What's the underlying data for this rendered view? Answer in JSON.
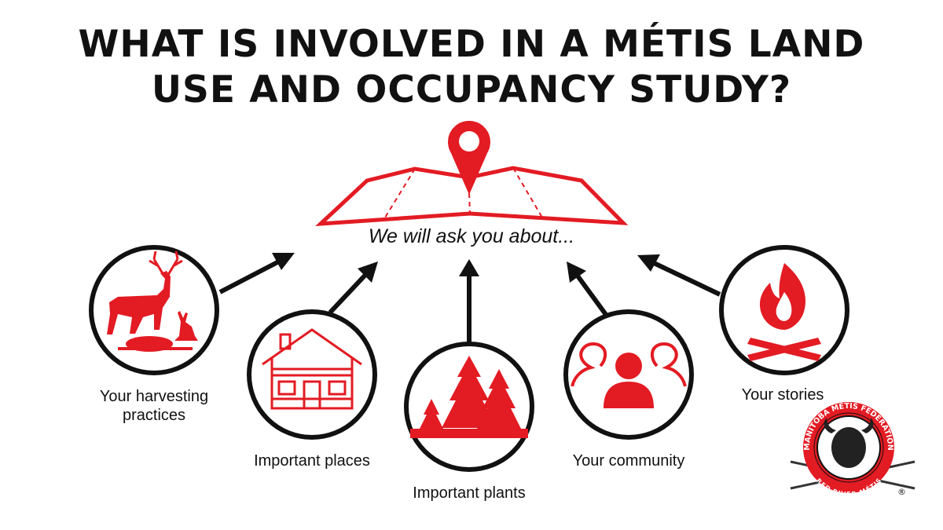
{
  "title": {
    "line1": "WHAT IS INVOLVED IN A MÉTIS LAND",
    "line2": "USE AND OCCUPANCY STUDY?"
  },
  "subtitle": "We will ask you about...",
  "topics": [
    {
      "label_lines": [
        "Your harvesting",
        "practices"
      ],
      "icon": "deer-rabbit-icon"
    },
    {
      "label_lines": [
        "Important places"
      ],
      "icon": "cabin-icon"
    },
    {
      "label_lines": [
        "Important plants"
      ],
      "icon": "trees-icon"
    },
    {
      "label_lines": [
        "Your community"
      ],
      "icon": "community-icon"
    },
    {
      "label_lines": [
        "Your stories"
      ],
      "icon": "campfire-icon"
    }
  ],
  "logo": {
    "top_text": "MANITOBA MÉTIS FEDERATION",
    "bottom_text": "RED RIVER MÉTIS",
    "mark": "®"
  },
  "colors": {
    "accent": "#e31b23",
    "ink": "#111111",
    "background": "#ffffff"
  }
}
